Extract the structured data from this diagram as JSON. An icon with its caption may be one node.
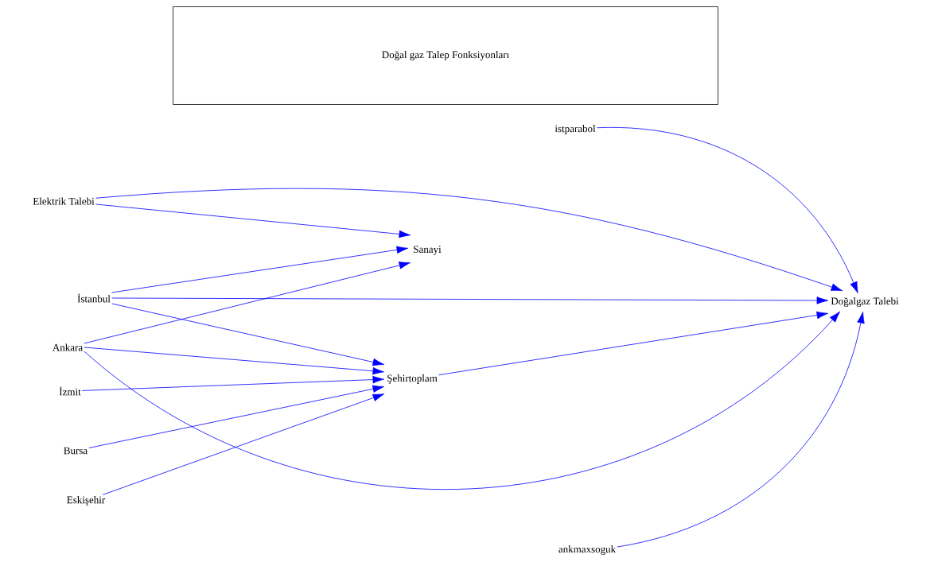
{
  "diagram": {
    "nodes": [
      {
        "text": [
          "Doğal gaz Talep Fonksiyonları"
        ]
      },
      {
        "text": [
          "istparabol"
        ]
      },
      {
        "text": [
          "Elektrik Talebi"
        ]
      },
      {
        "text": [
          "Sanayi"
        ]
      },
      {
        "text": [
          "İstanbul"
        ]
      },
      {
        "text": [
          "Doğalgaz Talebi"
        ]
      },
      {
        "text": [
          "Ankara"
        ]
      },
      {
        "text": [
          "Şehirtoplam"
        ]
      },
      {
        "text": [
          "İzmit"
        ]
      },
      {
        "text": [
          "Bursa"
        ]
      },
      {
        "text": [
          "Eskişehir"
        ]
      },
      {
        "text": [
          "ankmaxsoguk"
        ]
      }
    ],
    "edges": [
      {
        "from": 1,
        "to": 5,
        "arrow": "to"
      },
      {
        "from": 2,
        "to": 5,
        "arrow": "to"
      },
      {
        "from": 2,
        "to": 3,
        "arrow": "to"
      },
      {
        "from": 4,
        "to": 3,
        "arrow": "to"
      },
      {
        "from": 4,
        "to": 5,
        "arrow": "to"
      },
      {
        "from": 4,
        "to": 7,
        "arrow": "to"
      },
      {
        "from": 6,
        "to": 3,
        "arrow": "to"
      },
      {
        "from": 6,
        "to": 7,
        "arrow": "to"
      },
      {
        "from": 6,
        "to": 5,
        "arrow": "to"
      },
      {
        "from": 8,
        "to": 7,
        "arrow": "to"
      },
      {
        "from": 9,
        "to": 7,
        "arrow": "to"
      },
      {
        "from": 10,
        "to": 7,
        "arrow": "to"
      },
      {
        "from": 7,
        "to": 5,
        "arrow": "to"
      },
      {
        "from": 11,
        "to": 5,
        "arrow": "to"
      }
    ]
  }
}
